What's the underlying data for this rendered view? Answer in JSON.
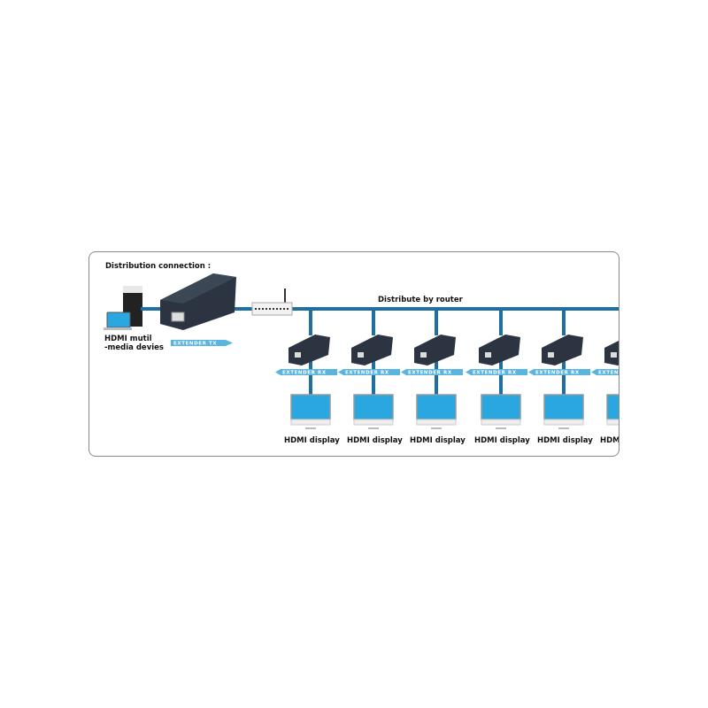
{
  "diagram": {
    "title": "Distribution connection :",
    "source_label_line1": "HDMI mutil",
    "source_label_line2": "-media devies",
    "transmitter_tag": "EXTENDER TX",
    "router_label": "Distribute by router",
    "receivers": [
      {
        "tag": "EXTENDER RX",
        "display_label": "HDMI display"
      },
      {
        "tag": "EXTENDER RX",
        "display_label": "HDMI display"
      },
      {
        "tag": "EXTENDER RX",
        "display_label": "HDMI display"
      },
      {
        "tag": "EXTENDER RX",
        "display_label": "HDMI display"
      },
      {
        "tag": "EXTENDER RX",
        "display_label": "HDMI display"
      },
      {
        "tag": "EXTENDER RX",
        "display_label": "HDMI display"
      }
    ],
    "colors": {
      "cable": "#1f6fa3",
      "tag": "#5ab4e0",
      "device": "#2b3440",
      "screen": "#2aa6e0"
    }
  }
}
